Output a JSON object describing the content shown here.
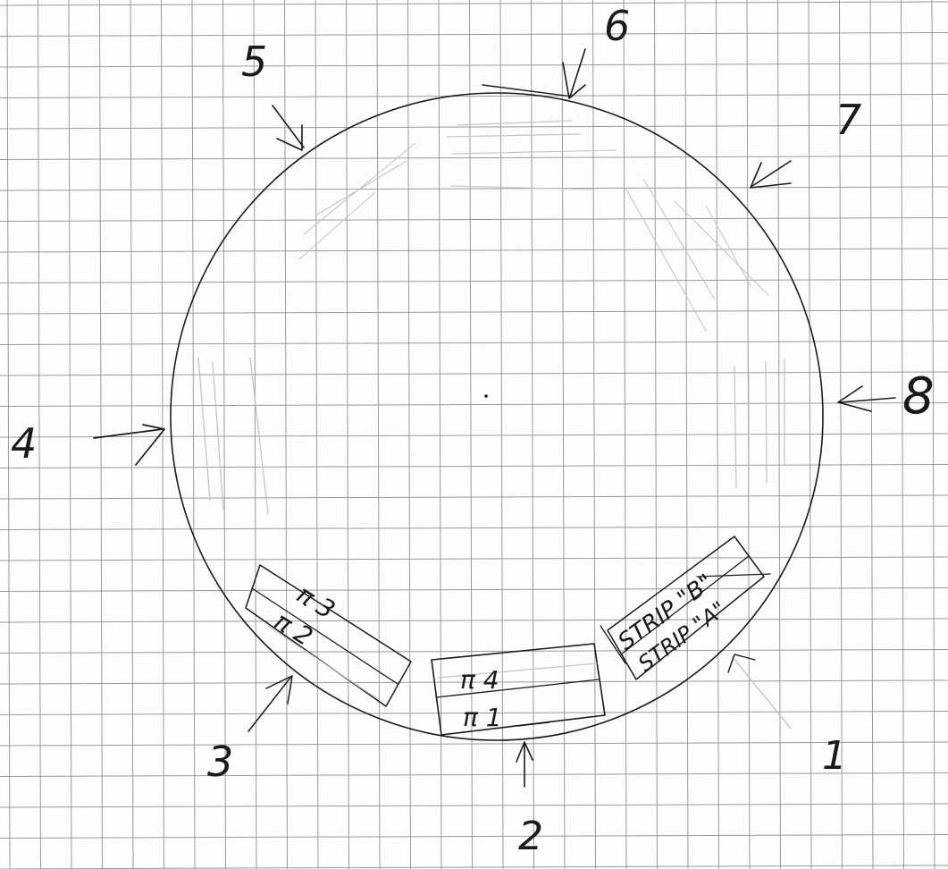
{
  "markers": {
    "m1": "1",
    "m2": "2",
    "m3": "3",
    "m4": "4",
    "m5": "5",
    "m6": "6",
    "m7": "7",
    "m8": "8"
  },
  "strips": {
    "a": "STRIP \"A\"",
    "b": "STRIP \"B\""
  },
  "pi_cells": {
    "p1": "π 1",
    "p2": "π 2",
    "p3": "π 3",
    "p4": "π 4"
  },
  "colors": {
    "ink": "#1a1a1a",
    "grid": "#9a9a9a",
    "pencil": "#c4c4c4",
    "paper": "#fdfdfd"
  }
}
